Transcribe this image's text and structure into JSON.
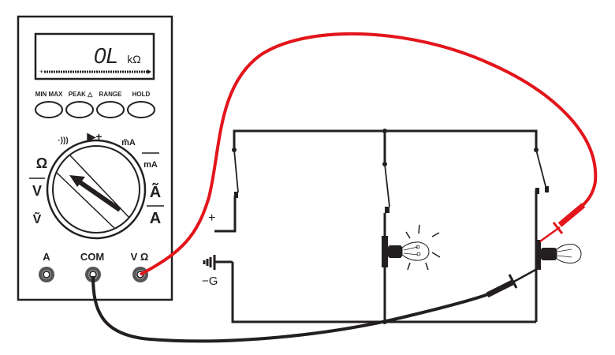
{
  "meter": {
    "display_value": "0L",
    "display_unit": "kΩ",
    "bargraph_sign": "+",
    "buttons": [
      "MIN MAX",
      "PEAK △",
      "RANGE",
      "HOLD"
    ],
    "dial_labels": {
      "continuity": "·)))",
      "diode": "▶+",
      "ac_ma": "m̃A",
      "dc_ma": "mA",
      "ohm": "Ω",
      "dc_v": "V",
      "ac_v": "Ṽ",
      "ac_a": "Ã",
      "dc_a": "A"
    },
    "jacks": [
      "A",
      "COM",
      "V Ω"
    ]
  },
  "circuit": {
    "plus_label": "+",
    "ground_label": "−G"
  },
  "colors": {
    "red_lead": "#e3151b",
    "black_lead": "#231f20"
  }
}
